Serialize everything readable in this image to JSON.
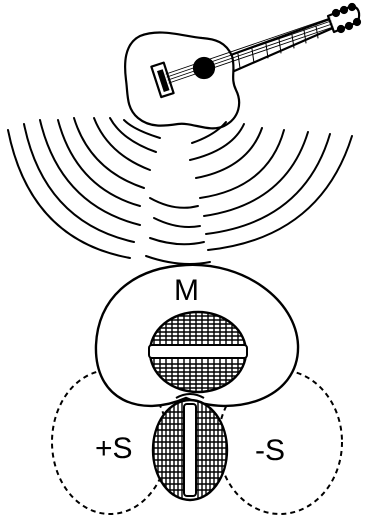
{
  "labels": {
    "mid": "M",
    "side_positive": "+S",
    "side_negative": "-S"
  },
  "colors": {
    "ink": "#000000",
    "background": "#ffffff"
  },
  "icons": {
    "instrument": "acoustic-guitar-icon",
    "sound_waves": "sound-waves-icon",
    "mid_capsule": "cardioid-microphone-capsule-icon",
    "side_capsule": "figure-eight-microphone-capsule-icon"
  }
}
